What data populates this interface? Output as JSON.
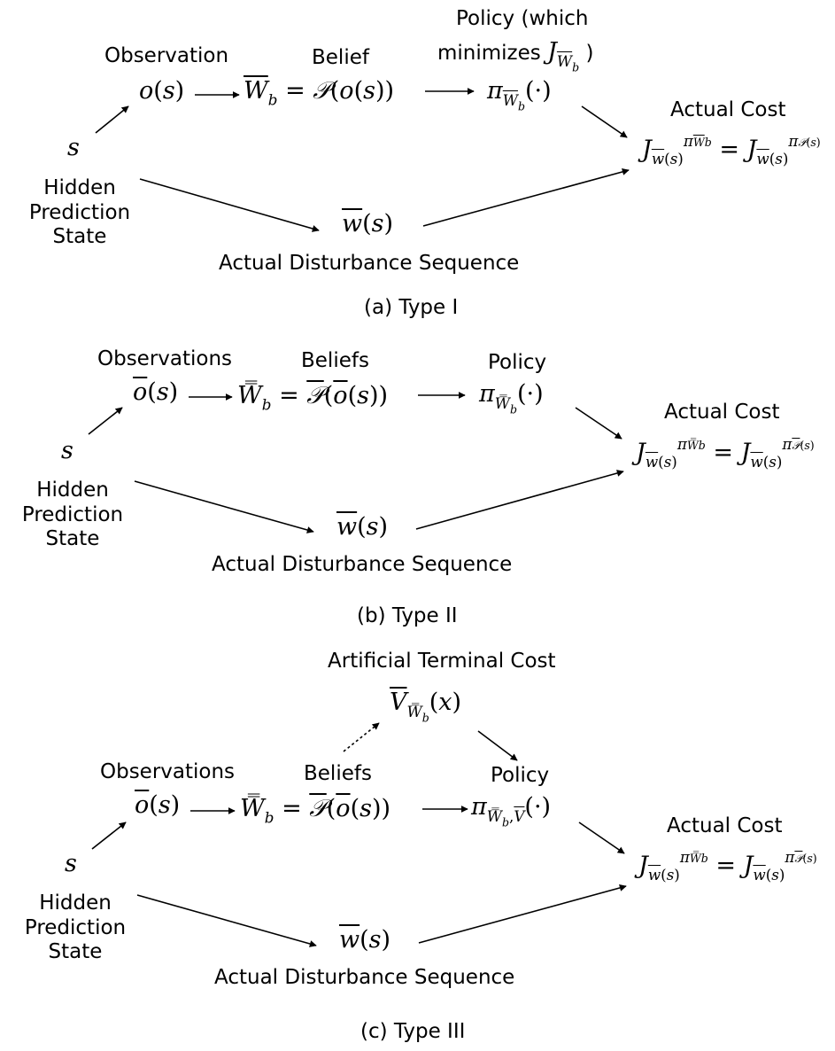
{
  "panels": [
    {
      "id": "a",
      "caption": "(a) Type I",
      "labels": {
        "observation": "Observation",
        "belief": "Belief",
        "policy_line1": "Policy (which",
        "policy_line2": "minimizes",
        "actual_cost": "Actual Cost",
        "hidden_1": "Hidden",
        "hidden_2": "Prediction",
        "hidden_3": "State",
        "disturbance": "Actual Disturbance Sequence"
      },
      "math": {
        "state": "s",
        "observation": "o(s)",
        "belief": "W̄_b = 𝒫(o(s))",
        "policy": "π_{W̄_b}(·)",
        "policy_objective": "J_{W̄_b}",
        "cost": "J_{w̄(s)}^{π_{W̄_b}} = J_{w̄(s)}^{π_{𝒫(s)}}",
        "disturbance": "w̄(s)"
      }
    },
    {
      "id": "b",
      "caption": "(b) Type II",
      "labels": {
        "observation": "Observations",
        "belief": "Beliefs",
        "policy": "Policy",
        "actual_cost": "Actual Cost",
        "hidden_1": "Hidden",
        "hidden_2": "Prediction",
        "hidden_3": "State",
        "disturbance": "Actual Disturbance Sequence"
      },
      "math": {
        "state": "s",
        "observation": "ō(s)",
        "belief": "W̿_b = 𝒫̄(ō(s))",
        "policy": "π_{W̿_b}(·)",
        "cost": "J_{w̄(s)}^{π_{W̿_b}} = J_{w̄(s)}^{π_{𝒫̄(s)}}",
        "disturbance": "w̄(s)"
      }
    },
    {
      "id": "c",
      "caption": "(c) Type III",
      "labels": {
        "terminal": "Artificial Terminal Cost",
        "observation": "Observations",
        "belief": "Beliefs",
        "policy": "Policy",
        "actual_cost": "Actual Cost",
        "hidden_1": "Hidden",
        "hidden_2": "Prediction",
        "hidden_3": "State",
        "disturbance": "Actual Disturbance Sequence"
      },
      "math": {
        "terminal": "V̄_{W̿_b}(x)",
        "state": "s",
        "observation": "ō(s)",
        "belief": "W̿_b = 𝒫̄(ō(s))",
        "policy": "π_{W̿_b, V̄}(·)",
        "cost": "J_{w̄(s)}^{π_{W̿_b}} = J_{w̄(s)}^{π_{𝒫̄(s)}}",
        "disturbance": "w̄(s)"
      }
    }
  ]
}
